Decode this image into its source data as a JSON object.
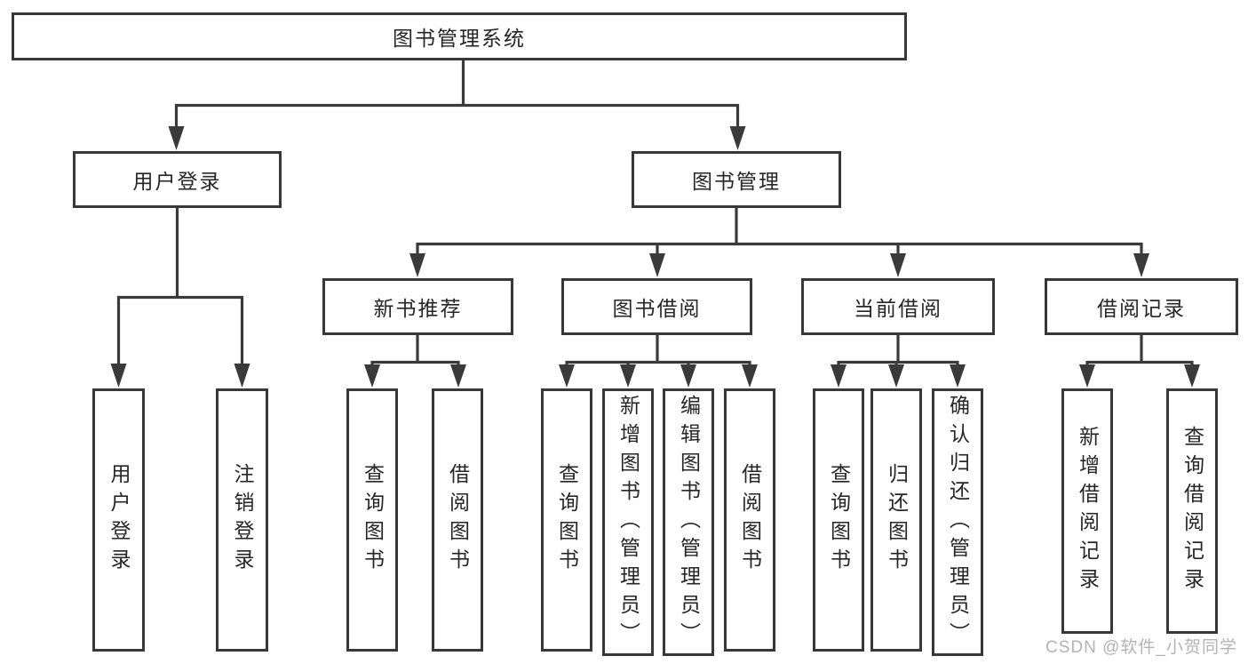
{
  "diagram": {
    "root": {
      "label": "图书管理系统",
      "children": [
        {
          "label": "用户登录",
          "children": [
            {
              "label": "用户登录"
            },
            {
              "label": "注销登录"
            }
          ]
        },
        {
          "label": "图书管理",
          "children": [
            {
              "label": "新书推荐",
              "children": [
                {
                  "label": "查询图书"
                },
                {
                  "label": "借阅图书"
                }
              ]
            },
            {
              "label": "图书借阅",
              "children": [
                {
                  "label": "查询图书"
                },
                {
                  "label": "新增图书（管理员）"
                },
                {
                  "label": "编辑图书（管理员）"
                },
                {
                  "label": "借阅图书"
                }
              ]
            },
            {
              "label": "当前借阅",
              "children": [
                {
                  "label": "查询图书"
                },
                {
                  "label": "归还图书"
                },
                {
                  "label": "确认归还（管理员）"
                }
              ]
            },
            {
              "label": "借阅记录",
              "children": [
                {
                  "label": "新增借阅记录"
                },
                {
                  "label": "查询借阅记录"
                }
              ]
            }
          ]
        }
      ]
    }
  },
  "watermark": {
    "text": "CSDN @软件_小贺同学"
  },
  "colors": {
    "line": "#3a3a3a",
    "box_border": "#383838",
    "text": "#262626",
    "background": "#ffffff",
    "watermark_text": "#b3b3b3"
  }
}
